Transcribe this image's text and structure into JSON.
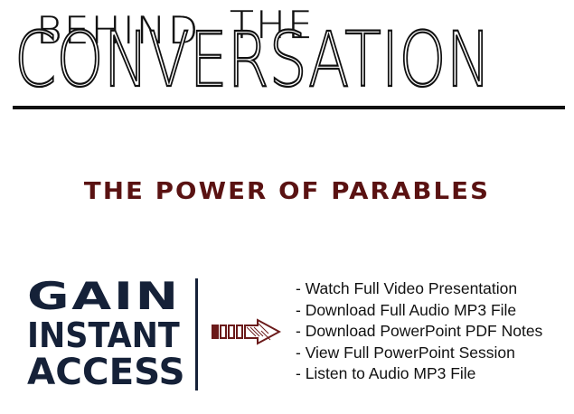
{
  "header": {
    "line1_word1": "BEHIND",
    "line1_word2": "THE",
    "title": "CONVERSATION"
  },
  "subtitle": "THE POWER OF PARABLES",
  "cta": {
    "line1": "GAIN",
    "line2": "INSTANT",
    "line3": "ACCESS",
    "arrow_icon": "arrow-right-icon"
  },
  "features": [
    "- Watch Full Video Presentation",
    "- Download Full Audio MP3 File",
    "- Download PowerPoint PDF Notes",
    "- View Full PowerPoint Session",
    "- Listen to Audio MP3 File"
  ],
  "colors": {
    "subtitle": "#5a1212",
    "cta": "#152138",
    "arrow": "#6b1a1a",
    "text": "#111111"
  }
}
